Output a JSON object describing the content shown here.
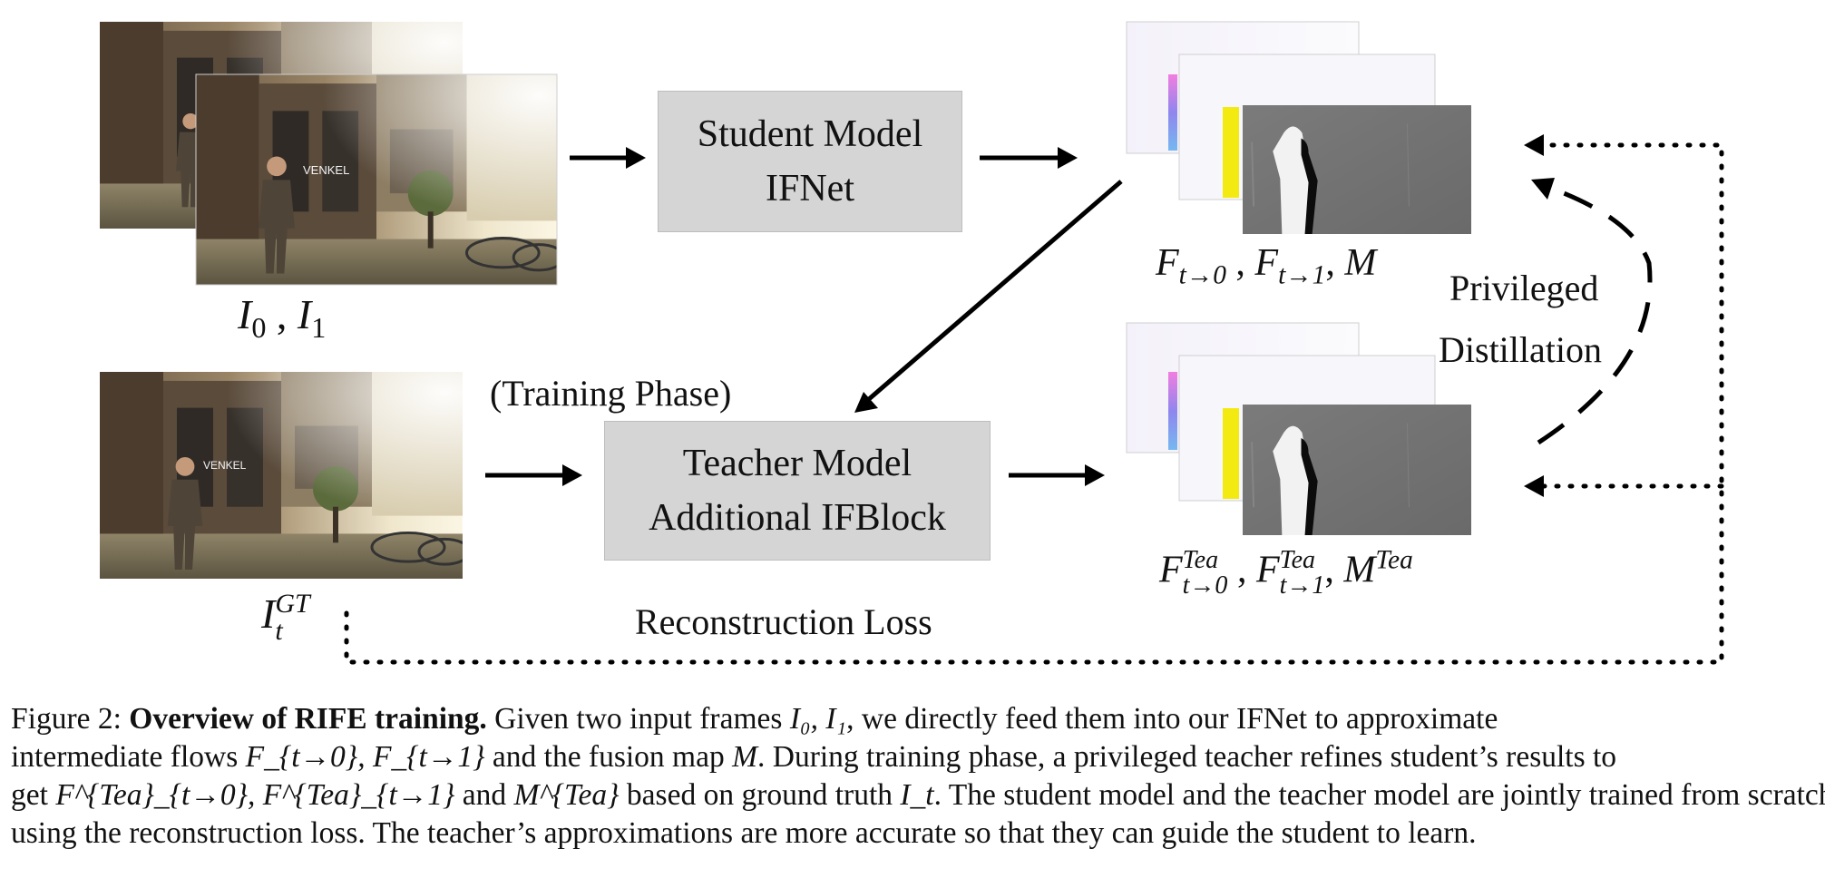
{
  "figure": {
    "student_box": {
      "line1": "Student Model",
      "line2": "IFNet"
    },
    "teacher_box": {
      "line1": "Teacher Model",
      "line2": "Additional IFBlock"
    },
    "training_phase": "(Training Phase)",
    "reconstruction_loss": "Reconstruction Loss",
    "privileged": "Privileged",
    "distillation": "Distillation",
    "photo_sign_text": "VENKEL",
    "labels": {
      "inputs": {
        "i0": "I",
        "i0_sub": "0",
        "sep": " , ",
        "i1": "I",
        "i1_sub": "1"
      },
      "ground_truth": {
        "base": "I",
        "sub": "t",
        "sup": "GT"
      },
      "student_outputs": {
        "f0": "F",
        "f0_sub": "t→0",
        "sep1": " , ",
        "f1": "F",
        "f1_sub": "t→1",
        "sep2": ", ",
        "m": "M"
      },
      "teacher_outputs": {
        "f0": "F",
        "f0_sub": "t→0",
        "f0_sup": "Tea",
        "sep1": " , ",
        "f1": "F",
        "f1_sub": "t→1",
        "f1_sup": "Tea",
        "sep2": ", ",
        "m": "M",
        "m_sup": "Tea"
      }
    }
  },
  "caption": {
    "fig_label": "Figure 2: ",
    "bold_title": "Overview of RIFE training.",
    "line1_rest": " Given two input frames ",
    "line1_math": "I₀, I₁",
    "line1_end": ", we directly feed them into our IFNet to approximate",
    "line2_a": "intermediate flows ",
    "line2_math": "F_{t→0}, F_{t→1}",
    "line2_b": " and the fusion map ",
    "line2_m": "M",
    "line2_c": ". During training phase, a privileged teacher refines student’s results to",
    "line3_a": "get ",
    "line3_math1": "F^{Tea}_{t→0}, F^{Tea}_{t→1}",
    "line3_b": " and ",
    "line3_math2": "M^{Tea}",
    "line3_c": " based on ground truth ",
    "line3_math3": "I_t",
    "line3_d": ". The student model and the teacher model are jointly trained from scratch",
    "line4": "using the reconstruction loss. The teacher’s approximations are more accurate so that they can guide the student to learn."
  }
}
